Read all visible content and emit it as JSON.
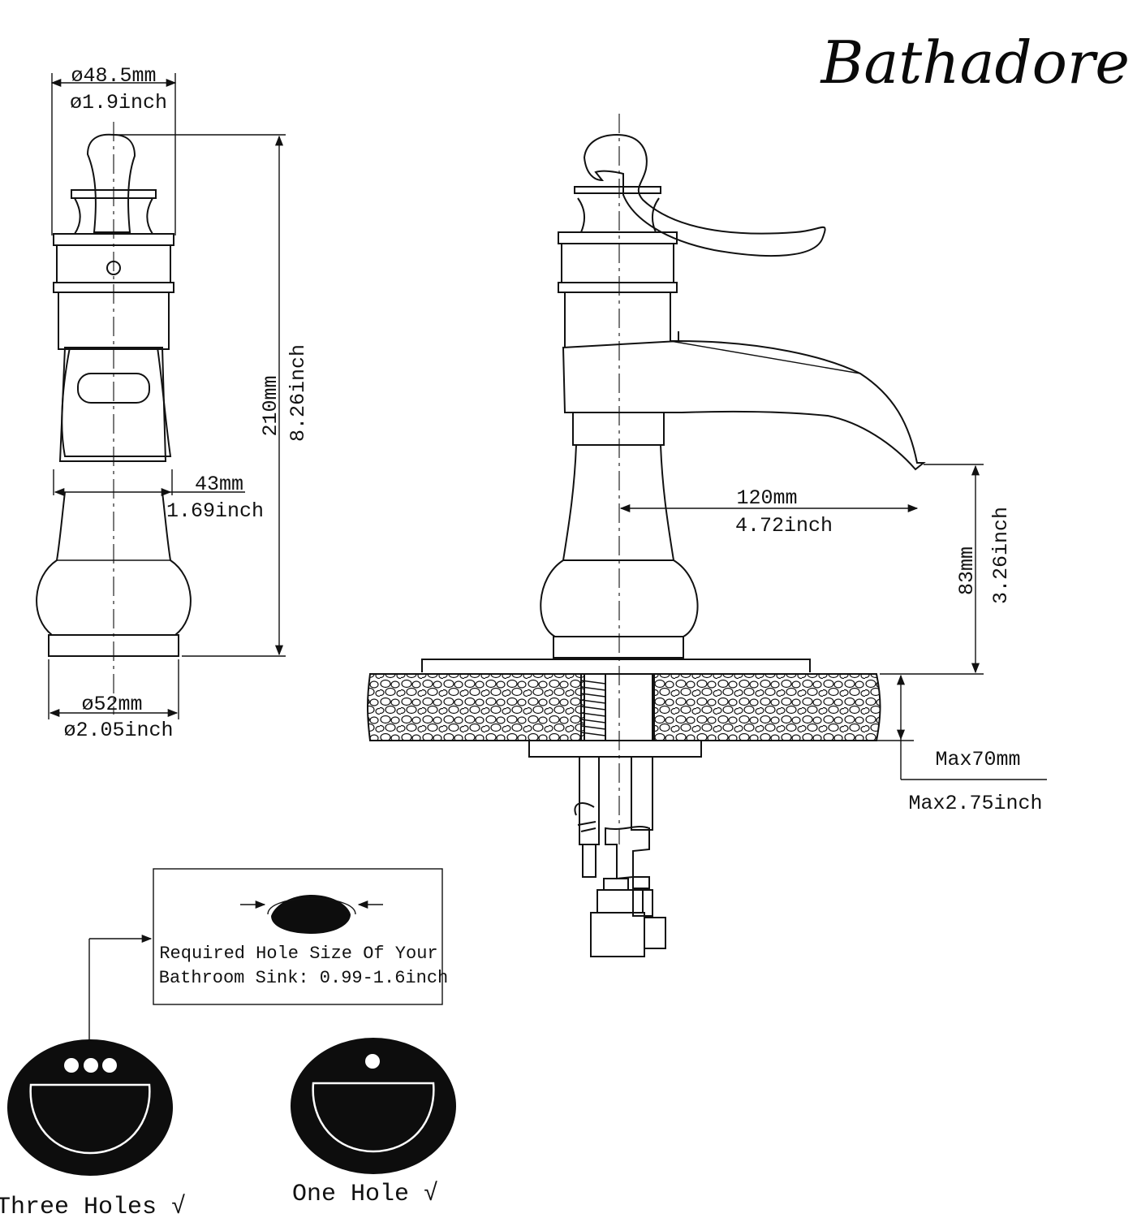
{
  "brand": {
    "name": "Bathadore"
  },
  "side_view": {
    "top_diameter_mm": "ø48.5mm",
    "top_diameter_in": "ø1.9inch",
    "height_mm": "210mm",
    "height_in": "8.26inch",
    "spout_width_mm": "43mm",
    "spout_width_in": "1.69inch",
    "base_diameter_mm": "ø52mm",
    "base_diameter_in": "ø2.05inch"
  },
  "front_view": {
    "reach_mm": "120mm",
    "reach_in": "4.72inch",
    "spout_height_mm": "83mm",
    "spout_height_in": "3.26inch",
    "deck_max_mm": "Max70mm",
    "deck_max_in": "Max2.75inch"
  },
  "hole_info": {
    "line1": "Required Hole Size Of Your",
    "line2": "Bathroom Sink: 0.99-1.6inch"
  },
  "sinks": {
    "three_holes": "Three Holes √",
    "one_hole": "One Hole  √"
  },
  "colors": {
    "ink": "#111111",
    "background": "#ffffff"
  }
}
